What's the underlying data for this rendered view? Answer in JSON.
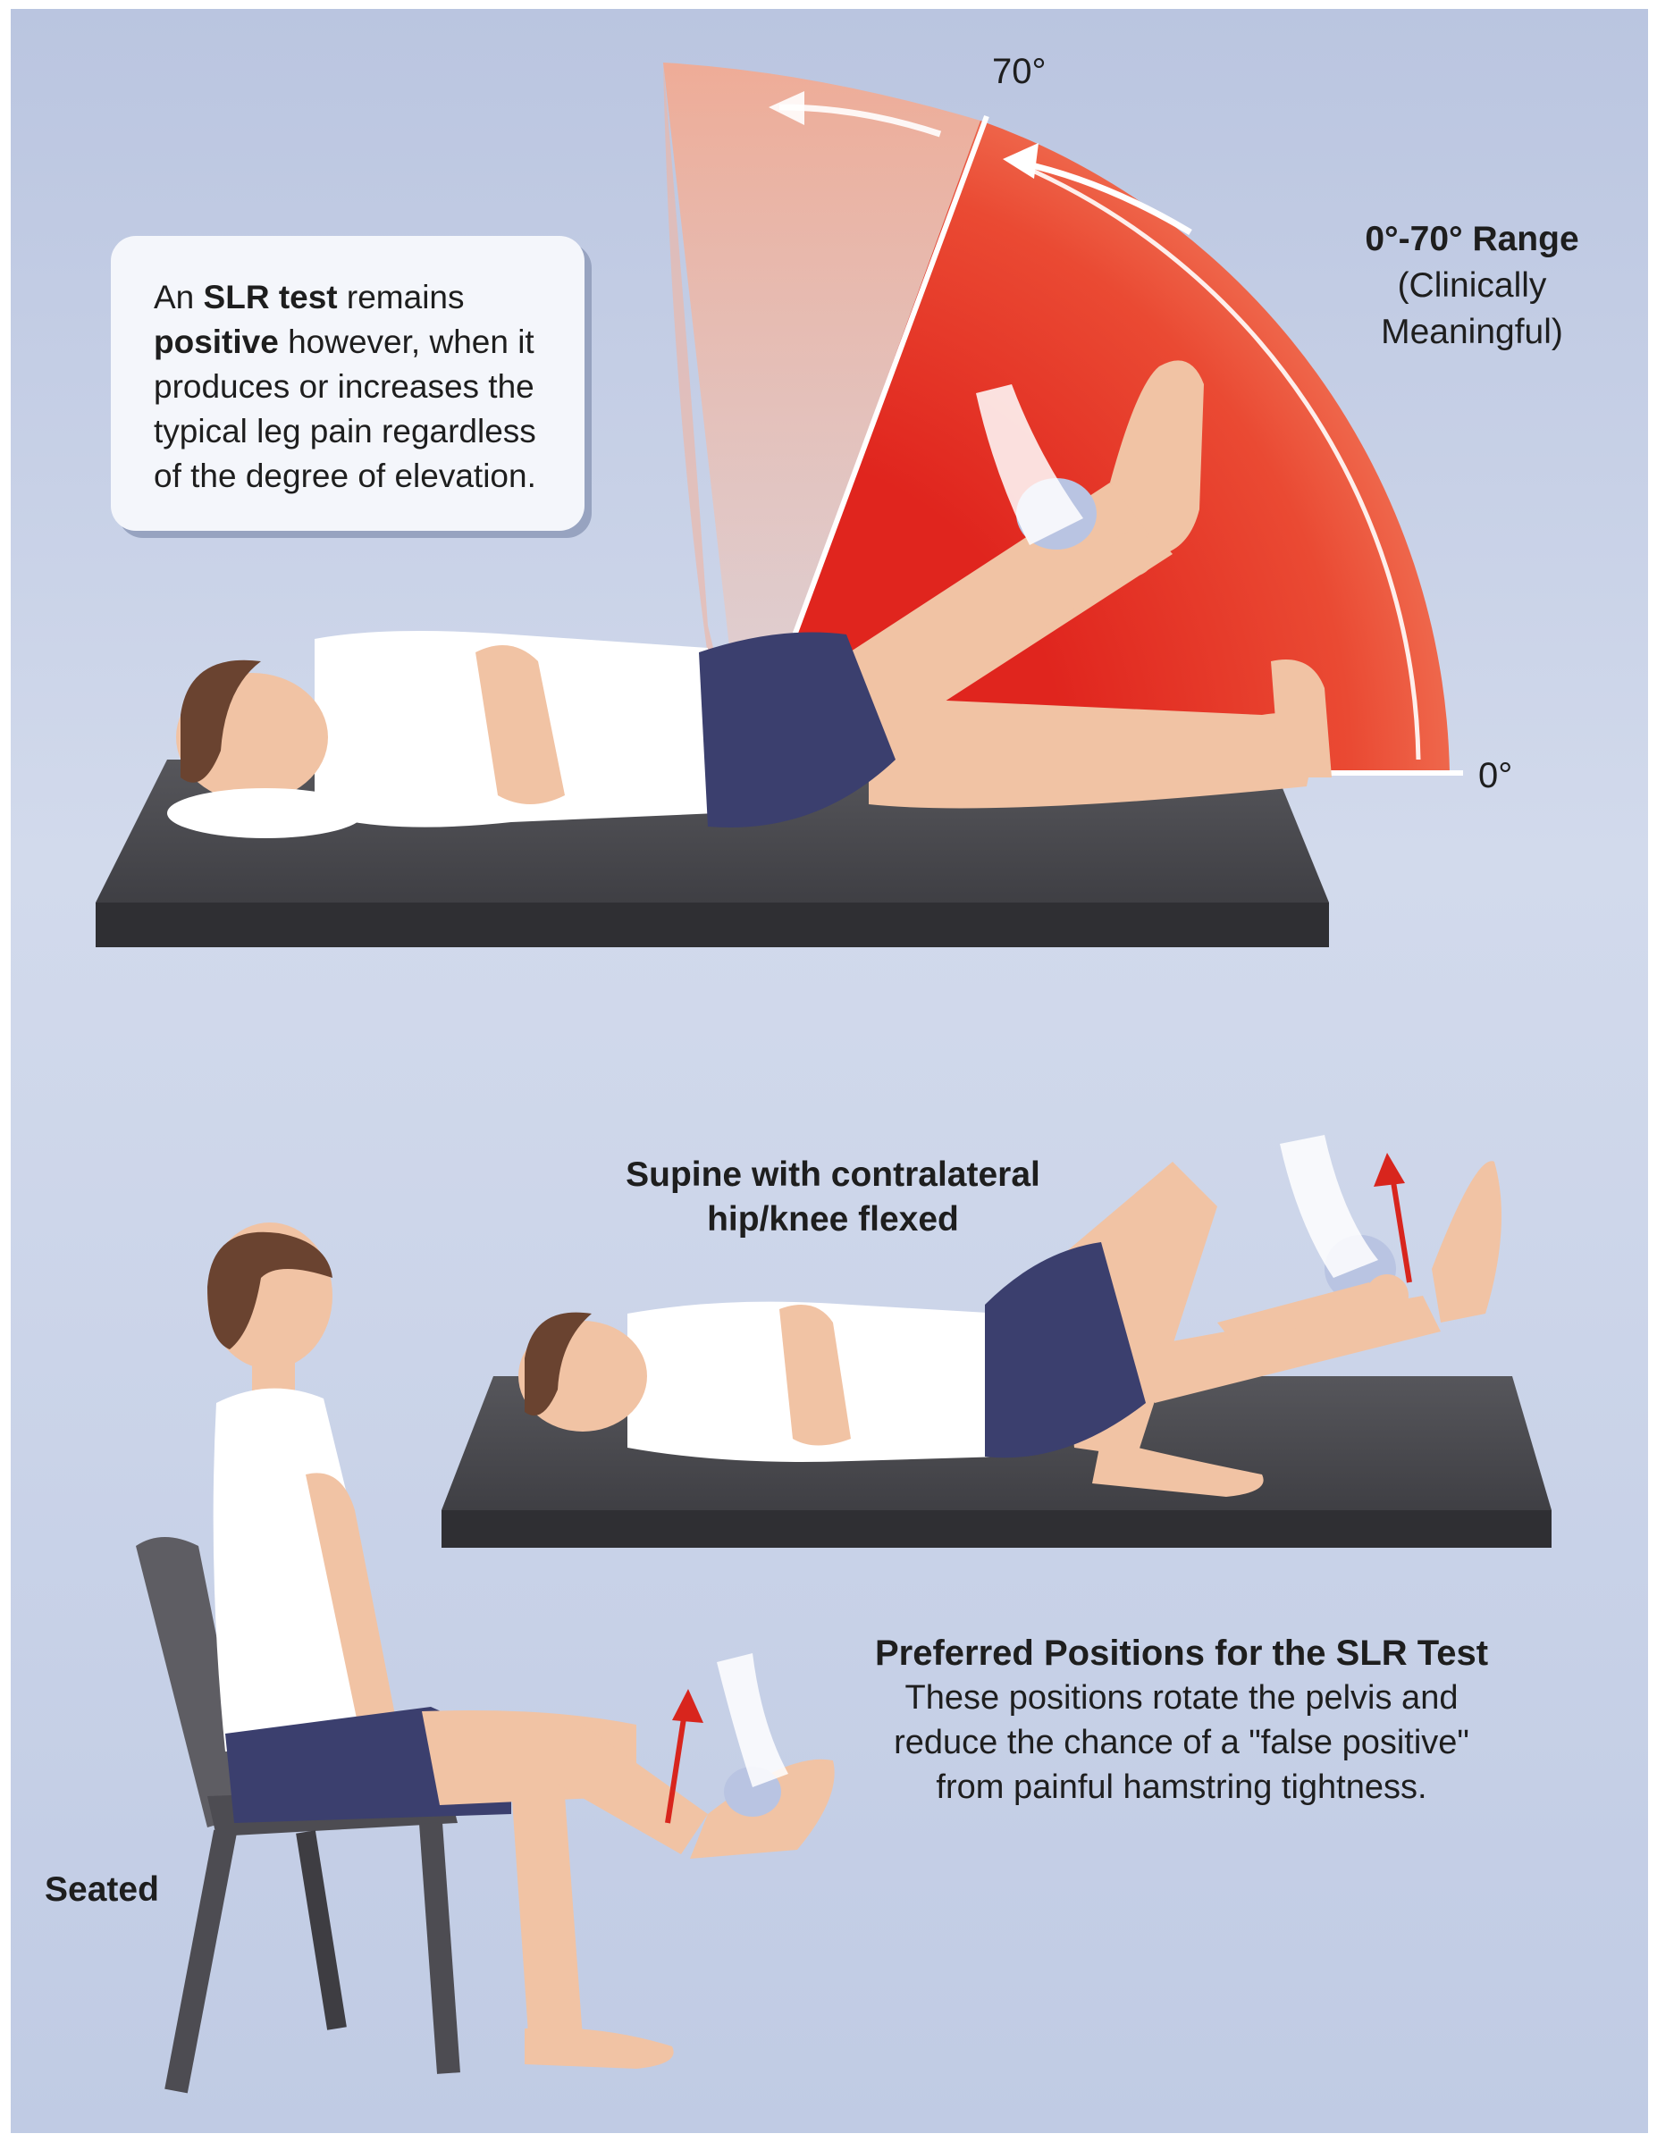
{
  "callout": {
    "part1": "An ",
    "bold1": "SLR test",
    "part2": " remains ",
    "bold2": "positive",
    "part3": " however, when it produces or increases the typical leg pain regardless of the degree of elevation."
  },
  "angles": {
    "top": "70°",
    "bottom": "0°"
  },
  "range": {
    "title": "0°-70° Range",
    "line1": "(Clinically",
    "line2": "Meaningful)"
  },
  "supine_label": {
    "line1": "Supine with contralateral",
    "line2": "hip/knee flexed"
  },
  "seated_label": "Seated",
  "preferred": {
    "title": "Preferred Positions for the SLR Test",
    "line1": "These positions rotate the pelvis and",
    "line2": "reduce the chance of a \"false positive\"",
    "line3": "from painful hamstring tightness."
  },
  "colors": {
    "arc_red": "#e0251e",
    "arc_light": "#f6b8a6",
    "mat": "#4a4a4e",
    "skin": "#f1c3a4",
    "shorts": "#3b3f6e",
    "hair": "#6a4330",
    "arrow": "#d8251d"
  }
}
